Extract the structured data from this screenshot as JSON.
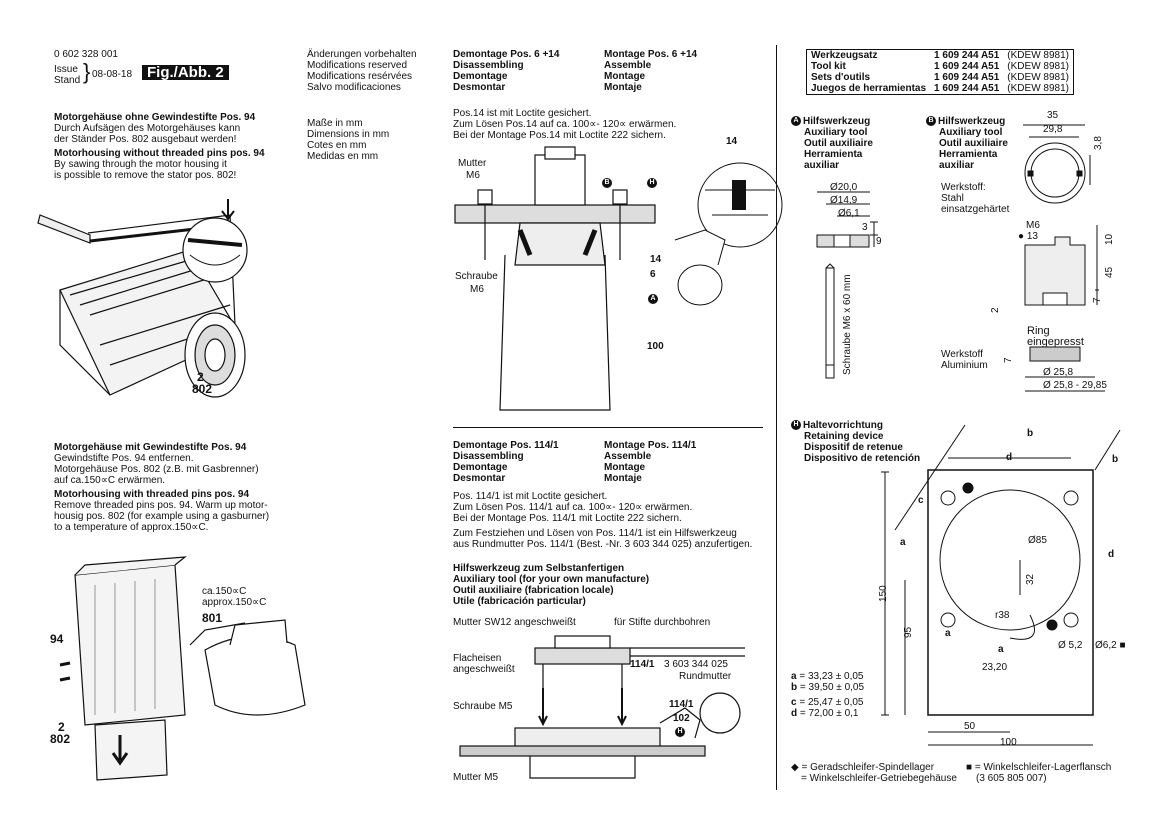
{
  "header": {
    "part_number": "0 602 328 001",
    "issue": "Issue",
    "stand": "Stand",
    "date": "08-08-18",
    "fig_label": "Fig./Abb. 2",
    "changes": [
      "Änderungen vorbehalten",
      "Modifications reserved",
      "Modifications resérvées",
      "Salvo modificaciones"
    ],
    "units": [
      "Maße in mm",
      "Dimensions in mm",
      "Cotes en mm",
      "Medidas en mm"
    ]
  },
  "section_top_left": {
    "de_title": "Motorgehäuse ohne Gewindestifte Pos. 94",
    "de_lines": [
      "Durch Aufsägen des Motorgehäuses kann",
      "der Ständer Pos. 802 ausgebaut werden!"
    ],
    "en_title": "Motorhousing without threaded pins pos. 94",
    "en_lines": [
      "By sawing through the motor housing it",
      "is possible to remove the stator pos. 802!"
    ],
    "labels": [
      "2",
      "802"
    ]
  },
  "section_bottom_left": {
    "de_title": "Motorgehäuse mit Gewindestifte Pos. 94",
    "de_lines": [
      "Gewindstifte Pos. 94 entfernen.",
      "Motorgehäuse Pos. 802 (z.B. mit Gasbrenner)",
      "auf ca.150∝C erwärmen."
    ],
    "en_title": "Motorhousing with threaded pins pos. 94",
    "en_lines": [
      "Remove threaded pins pos. 94. Warm up motor-",
      "housig pos. 802 (for example using a gasburner)",
      "to a temperature of approx.150∝C."
    ],
    "temp_labels": [
      "ca.150∝C",
      "approx.150∝C"
    ],
    "labels": [
      "801",
      "94",
      "2",
      "802"
    ]
  },
  "section_top_middle": {
    "demontage": [
      "Demontage Pos. 6 +14",
      "Disassembling",
      "Demontage",
      "Desmontar"
    ],
    "montage": [
      "Montage Pos. 6 +14",
      "Assemble",
      "Montage",
      "Montaje"
    ],
    "notes": [
      "Pos.14 ist mit Loctite gesichert.",
      "Zum Lösen Pos.14 auf ca. 100∝- 120∝ erwärmen.",
      "Bei der Montage Pos.14 mit Loctite 222 sichern."
    ],
    "labels": {
      "mutter": "Mutter",
      "m6a": "M6",
      "schraube": "Schraube",
      "m6b": "M6",
      "b": "B",
      "h": "H",
      "a": "A",
      "p14": "14",
      "p14b": "14",
      "p6": "6",
      "p100": "100"
    }
  },
  "section_bottom_middle": {
    "demontage": [
      "Demontage Pos. 114/1",
      "Disassembling",
      "Demontage",
      "Desmontar"
    ],
    "montage": [
      "Montage Pos. 114/1",
      "Assemble",
      "Montage",
      "Montaje"
    ],
    "notes": [
      "Pos. 114/1 ist mit Loctite gesichert.",
      "Zum Lösen Pos. 114/1 auf ca. 100∝- 120∝ erwärmen.",
      "Bei der Montage Pos. 114/1 mit Loctite 222 sichern."
    ],
    "notes2": [
      "Zum Festziehen und Lösen von Pos.  114/1 ist ein Hilfswerkzeug",
      "aus Rundmutter Pos. 114/1 (Best. -Nr. 3 603 344 025) anzufertigen."
    ],
    "aux_title": [
      "Hilfswerkzeug zum Selbstanfertigen",
      "Auxiliary tool (for your own manufacture)",
      "Outil auxiliaire (fabrication locale)",
      "Utile (fabricación particular)"
    ],
    "labels": {
      "mutter_sw12": "Mutter SW12 angeschweißt",
      "stifte": "für Stifte durchbohren",
      "flacheisen": "Flacheisen",
      "angeschweisst": "angeschweißt",
      "p114_1": "114/1",
      "rundmutter_nr": "3 603 344 025",
      "rundmutter": "Rundmutter",
      "schraube_m5": "Schraube M5",
      "p114_1b": "114/1",
      "p102": "102",
      "h": "H",
      "mutter_m5": "Mutter M5"
    }
  },
  "tool_kit": {
    "rows": [
      [
        "Werkzeugsatz",
        "1 609 244 A51",
        "(KDEW 8981)"
      ],
      [
        "Tool kit",
        "1 609 244 A51",
        "(KDEW 8981)"
      ],
      [
        "Sets d'outils",
        "1 609 244 A51",
        "(KDEW 8981)"
      ],
      [
        "Juegos de herramientas",
        "1 609 244 A51",
        "(KDEW 8981)"
      ]
    ]
  },
  "tool_a": {
    "badge": "A",
    "title": [
      "Hilfswerkzeug",
      "Auxiliary tool",
      "Outil auxiliaire",
      "Herramienta",
      "auxiliar"
    ],
    "dims": [
      "Ø20,0",
      "Ø14,9",
      "Ø6,1",
      "3",
      "9"
    ],
    "screw": "Schraube M6 x 60 mm"
  },
  "tool_b": {
    "badge": "B",
    "title": [
      "Hilfswerkzeug",
      "Auxiliary tool",
      "Outil auxiliaire",
      "Herramienta",
      "auxiliar"
    ],
    "material": [
      "Werkstoff:",
      "Stahl",
      "einsatzgehärtet"
    ],
    "dims": [
      "35",
      "29,8",
      "3,8",
      "M6",
      "13",
      "10",
      "45",
      "7",
      "2"
    ],
    "ring": [
      "Ring",
      "eingepresst"
    ],
    "material2": [
      "Werkstoff",
      "Aluminium"
    ],
    "ring_dims": [
      "7",
      "Ø 25,8",
      "Ø 25,8 - 29,85"
    ]
  },
  "tool_h": {
    "badge": "H",
    "title": [
      "Haltevorrichtung",
      "Retaining device",
      "Dispositif de retenue",
      "Dispositivo de retención"
    ],
    "dims": {
      "b1": "b",
      "b2": "b",
      "d1": "d",
      "d2": "d",
      "c": "c",
      "a1": "a",
      "a2": "a",
      "a3": "a",
      "d85": "Ø85",
      "d32": "32",
      "r38": "r38",
      "d52": "Ø 5,2",
      "d62": "Ø6,2",
      "d2320": "23,20",
      "h150": "150",
      "h95": "95",
      "w50": "50",
      "w100": "100"
    },
    "values": [
      {
        "key": "a",
        "text": "= 33,23 ± 0,05"
      },
      {
        "key": "b",
        "text": "= 39,50 ± 0,05"
      },
      {
        "key": "c",
        "text": "= 25,47 ± 0,05"
      },
      {
        "key": "d",
        "text": "= 72,00 ± 0,1"
      }
    ]
  },
  "legend": {
    "diamond": "◆",
    "diamond_lines": [
      "= Geradschleifer-Spindellager",
      "= Winkelschleifer-Getriebegehäuse"
    ],
    "square": "■",
    "square_lines": [
      "= Winkelschleifer-Lagerflansch",
      "(3 605 805 007)"
    ]
  }
}
